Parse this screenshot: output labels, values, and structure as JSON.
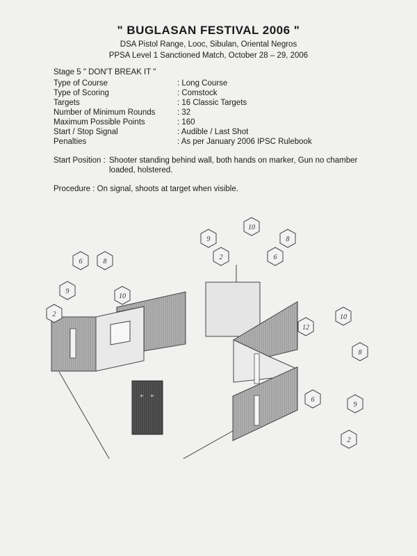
{
  "header": {
    "title": "\" BUGLASAN FESTIVAL  2006 \"",
    "venue": "DSA Pistol Range, Looc, Sibulan, Oriental Negros",
    "match": "PPSA Level 1 Sanctioned Match, October 28 – 29, 2006"
  },
  "stage": {
    "title": "Stage 5 \" DON'T BREAK IT \"",
    "specs": [
      {
        "label": "Type of Course",
        "value": ": Long Course"
      },
      {
        "label": "Type of Scoring",
        "value": ": Comstock"
      },
      {
        "label": "Targets",
        "value": ": 16 Classic Targets"
      },
      {
        "label": "Number of Minimum Rounds",
        "value": ": 32"
      },
      {
        "label": "Maximum Possible Points",
        "value": ": 160"
      },
      {
        "label": "Start / Stop Signal",
        "value": ": Audible / Last Shot"
      },
      {
        "label": "Penalties",
        "value": ": As per January 2006 IPSC Rulebook"
      }
    ],
    "start_position_label": "Start Position :",
    "start_position_text": "Shooter standing behind wall, both hands on marker, Gun no chamber loaded, holstered.",
    "procedure": "Procedure : On signal, shoots at target when visible."
  },
  "diagram": {
    "targets": [
      "6",
      "8",
      "9",
      "2",
      "10",
      "9",
      "2",
      "10",
      "8",
      "6",
      "12",
      "10",
      "8",
      "6",
      "9",
      "2"
    ]
  }
}
